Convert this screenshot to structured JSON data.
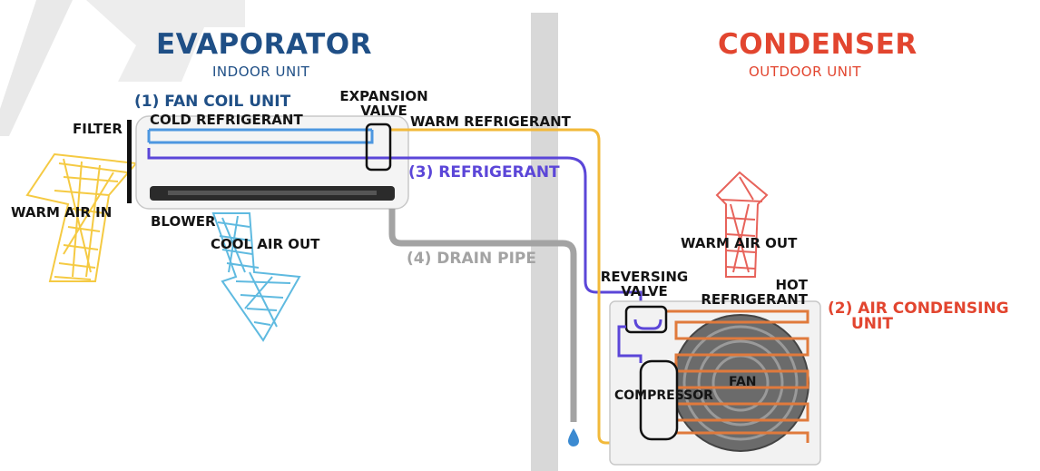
{
  "headings": {
    "evaporator": "EVAPORATOR",
    "indoor_unit": "INDOOR UNIT",
    "condenser": "CONDENSER",
    "outdoor_unit": "OUTDOOR UNIT"
  },
  "labels": {
    "fan_coil_unit": "(1) FAN COIL UNIT",
    "cold_refrigerant": "COLD REFRIGERANT",
    "filter": "FILTER",
    "expansion_valve_line1": "EXPANSION",
    "expansion_valve_line2": "VALVE",
    "warm_refrigerant": "WARM REFRIGERANT",
    "refrigerant": "(3) REFRIGERANT",
    "warm_air_in": "WARM AIR IN",
    "blower": "BLOWER",
    "cool_air_out": "COOL AIR OUT",
    "drain_pipe": "(4) DRAIN PIPE",
    "warm_air_out": "WARM AIR OUT",
    "reversing_valve_line1": "REVERSING",
    "reversing_valve_line2": "VALVE",
    "hot_refrigerant_line1": "HOT",
    "hot_refrigerant_line2": "REFRIGERANT",
    "air_condensing_unit_line1": "(2) AIR CONDENSING",
    "air_condensing_unit_line2": "UNIT",
    "compressor": "COMPRESSOR",
    "fan": "FAN"
  },
  "colors": {
    "evaporator_blue": "#1f4f86",
    "condenser_red": "#e2452f",
    "refrigerant_purple": "#5b46d8",
    "cold_line_blue": "#4d97e0",
    "warm_line_yellow": "#f2b93a",
    "hot_coil_orange": "#e07a3c",
    "drain_gray": "#a3a3a3",
    "warm_air_yellow": "#f5c52f",
    "cool_air_blue": "#4eb3dd",
    "warm_air_red": "#e5534a"
  }
}
